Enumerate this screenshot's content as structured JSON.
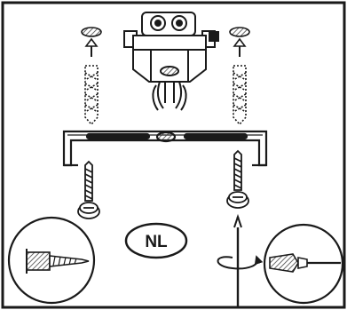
{
  "figure": {
    "language_badge": "NL",
    "line_color": "#1a1a1a",
    "hatch_color": "#555555",
    "background": "#ffffff"
  },
  "parts": {
    "junction_box": {
      "icon": "junction-box-icon"
    },
    "wall_plugs": {
      "count": 2,
      "icon": "wall-plug-icon"
    },
    "screws": {
      "count": 2,
      "icon": "screw-icon"
    },
    "mounting_bracket": {
      "icon": "mounting-bracket-icon"
    },
    "drill_callout": {
      "icon": "drill-bit-icon"
    },
    "screwdriver_callout": {
      "icon": "screwdriver-icon"
    }
  }
}
